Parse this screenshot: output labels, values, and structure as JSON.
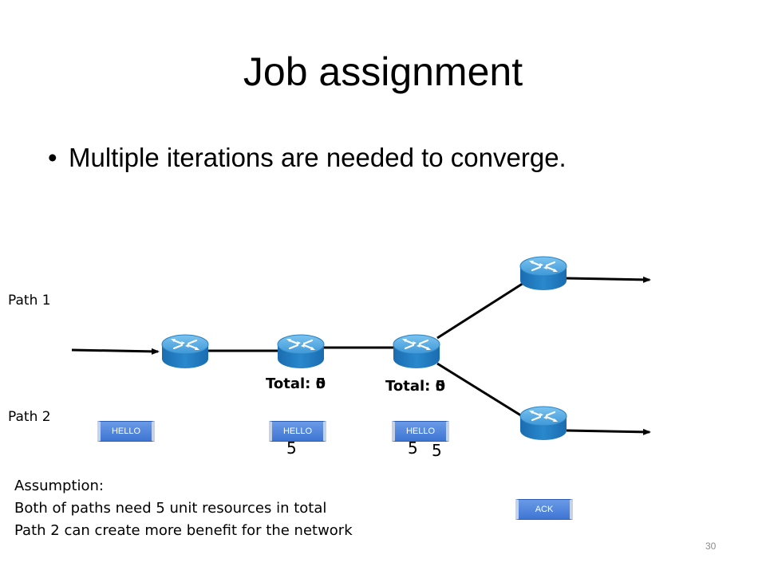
{
  "slide": {
    "title": "Job assignment",
    "bullet": "Multiple iterations are needed to converge.",
    "page_number": "30"
  },
  "diagram": {
    "path_labels": [
      "Path 1",
      "Path 2"
    ],
    "totals": [
      {
        "label": "Total: ",
        "value_a": "0",
        "value_b": "5"
      },
      {
        "label": "Total: ",
        "value_a": "0",
        "value_b": "5"
      }
    ],
    "messages": {
      "hello": "HELLO",
      "ack": "ACK"
    },
    "numbers": [
      "5",
      "5",
      "5"
    ],
    "router_icon": "router-icon",
    "colors": {
      "router_top": "#5ab0e6",
      "router_side": "#1e78c0",
      "message": "#4a80dc"
    }
  },
  "assumption": {
    "heading": "Assumption:",
    "lines": [
      "Both of paths need 5 unit resources in total",
      "Path 2 can create more benefit for the network"
    ]
  }
}
